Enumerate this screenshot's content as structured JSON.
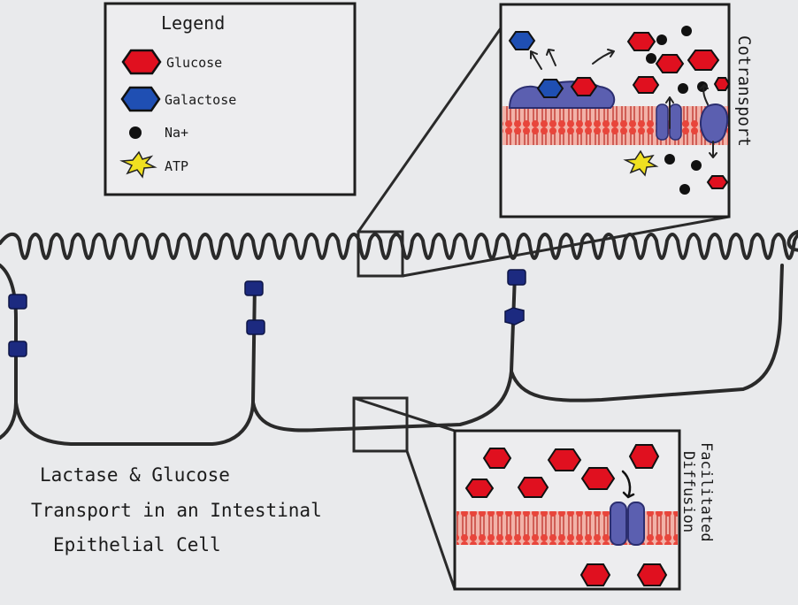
{
  "legend": {
    "title": "Legend",
    "items": [
      {
        "label": "Glucose",
        "icon": "glucose-hexagon",
        "color": "#e0101f"
      },
      {
        "label": "Galactose",
        "icon": "galactose-hexagon",
        "color": "#1f4fb3"
      },
      {
        "label": "Na+",
        "icon": "sodium-dot",
        "color": "#111111"
      },
      {
        "label": "ATP",
        "icon": "atp-star",
        "color": "#f0e020"
      }
    ]
  },
  "title_lines": [
    "Lactase & Glucose",
    "Transport in an Intestinal",
    "Epithelial Cell"
  ],
  "insets": {
    "top_label": "Cotransport",
    "bottom_label_lines": [
      "Facilitated",
      "Diffusion"
    ]
  },
  "colors": {
    "paper": "#e9eaec",
    "ink": "#2a2a2a",
    "glucose": "#e0101f",
    "galactose": "#1f4fb3",
    "protein": "#5b5fb0",
    "membrane": "#ea6a5f",
    "atp": "#f0e020",
    "junction": "#1c2a80"
  }
}
